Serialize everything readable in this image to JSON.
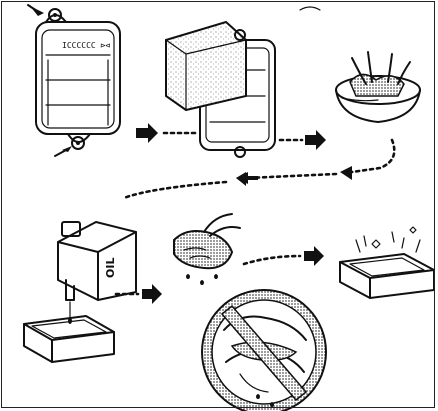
{
  "figure": {
    "label_cover_marking": "ICCCCCC ⊳⊲",
    "label_oil_can": "OIL",
    "colors": {
      "ink": "#111111",
      "paper": "#ffffff",
      "hatch": "#9a9a9a"
    }
  },
  "icons": {
    "step1": "air-filter-cover-screws",
    "step2": "sponge-element",
    "step3": "wash-in-bowl",
    "step4": "oil-can-pour",
    "step5": "squeeze-by-hand",
    "step6": "clean-element",
    "prohibited": "no-wringing-prohibited"
  }
}
